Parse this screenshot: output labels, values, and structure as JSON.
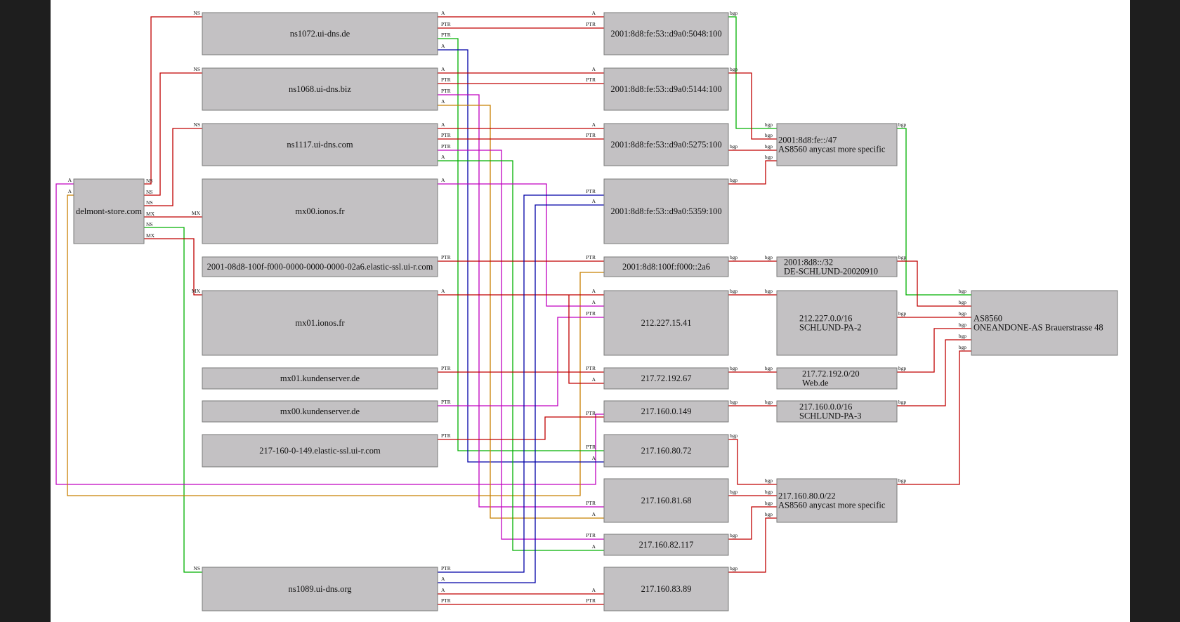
{
  "colors": {
    "red": "#c00000",
    "green": "#00b000",
    "blue": "#0000a8",
    "magenta": "#c000c0",
    "orange": "#c88000"
  },
  "nodes": [
    {
      "id": "delmont",
      "lines": [
        "delmont-store.com"
      ]
    },
    {
      "id": "ns1072",
      "lines": [
        "ns1072.ui-dns.de"
      ]
    },
    {
      "id": "ns1068",
      "lines": [
        "ns1068.ui-dns.biz"
      ]
    },
    {
      "id": "ns1117",
      "lines": [
        "ns1117.ui-dns.com"
      ]
    },
    {
      "id": "mx00ionos",
      "lines": [
        "mx00.ionos.fr"
      ]
    },
    {
      "id": "elastic6",
      "lines": [
        "2001-08d8-100f-f000-0000-0000-0000-02a6.elastic-ssl.ui-r.com"
      ]
    },
    {
      "id": "mx01ionos",
      "lines": [
        "mx01.ionos.fr"
      ]
    },
    {
      "id": "mx01kund",
      "lines": [
        "mx01.kundenserver.de"
      ]
    },
    {
      "id": "mx00kund",
      "lines": [
        "mx00.kundenserver.de"
      ]
    },
    {
      "id": "elastic4",
      "lines": [
        "217-160-0-149.elastic-ssl.ui-r.com"
      ]
    },
    {
      "id": "ns1089",
      "lines": [
        "ns1089.ui-dns.org"
      ]
    },
    {
      "id": "ip5048",
      "lines": [
        "2001:8d8:fe:53::d9a0:5048:100"
      ]
    },
    {
      "id": "ip5144",
      "lines": [
        "2001:8d8:fe:53::d9a0:5144:100"
      ]
    },
    {
      "id": "ip5275",
      "lines": [
        "2001:8d8:fe:53::d9a0:5275:100"
      ]
    },
    {
      "id": "ip5359",
      "lines": [
        "2001:8d8:fe:53::d9a0:5359:100"
      ]
    },
    {
      "id": "ip2a6",
      "lines": [
        "2001:8d8:100f:f000::2a6"
      ]
    },
    {
      "id": "ip1541",
      "lines": [
        "212.227.15.41"
      ]
    },
    {
      "id": "ip19267",
      "lines": [
        "217.72.192.67"
      ]
    },
    {
      "id": "ip0149",
      "lines": [
        "217.160.0.149"
      ]
    },
    {
      "id": "ip8072",
      "lines": [
        "217.160.80.72"
      ]
    },
    {
      "id": "ip8168",
      "lines": [
        "217.160.81.68"
      ]
    },
    {
      "id": "ip82117",
      "lines": [
        "217.160.82.117"
      ]
    },
    {
      "id": "ip8389",
      "lines": [
        "217.160.83.89"
      ]
    },
    {
      "id": "pfx47",
      "lines": [
        "2001:8d8:fe::/47",
        "AS8560 anycast more specific"
      ]
    },
    {
      "id": "pfx32",
      "lines": [
        "2001:8d8::/32",
        "DE-SCHLUND-20020910"
      ]
    },
    {
      "id": "pfx16a",
      "lines": [
        "212.227.0.0/16",
        "SCHLUND-PA-2"
      ]
    },
    {
      "id": "pfx20",
      "lines": [
        "217.72.192.0/20",
        "Web.de"
      ]
    },
    {
      "id": "pfx16b",
      "lines": [
        "217.160.0.0/16",
        "SCHLUND-PA-3"
      ]
    },
    {
      "id": "pfx22",
      "lines": [
        "217.160.80.0/22",
        "AS8560 anycast more specific"
      ]
    },
    {
      "id": "as8560",
      "lines": [
        "AS8560",
        "ONEANDONE-AS Brauerstrasse 48"
      ]
    }
  ],
  "edge_labels": {
    "ns": "NS",
    "mx": "MX",
    "a": "A",
    "ptr": "PTR",
    "bgp": "bgp"
  }
}
